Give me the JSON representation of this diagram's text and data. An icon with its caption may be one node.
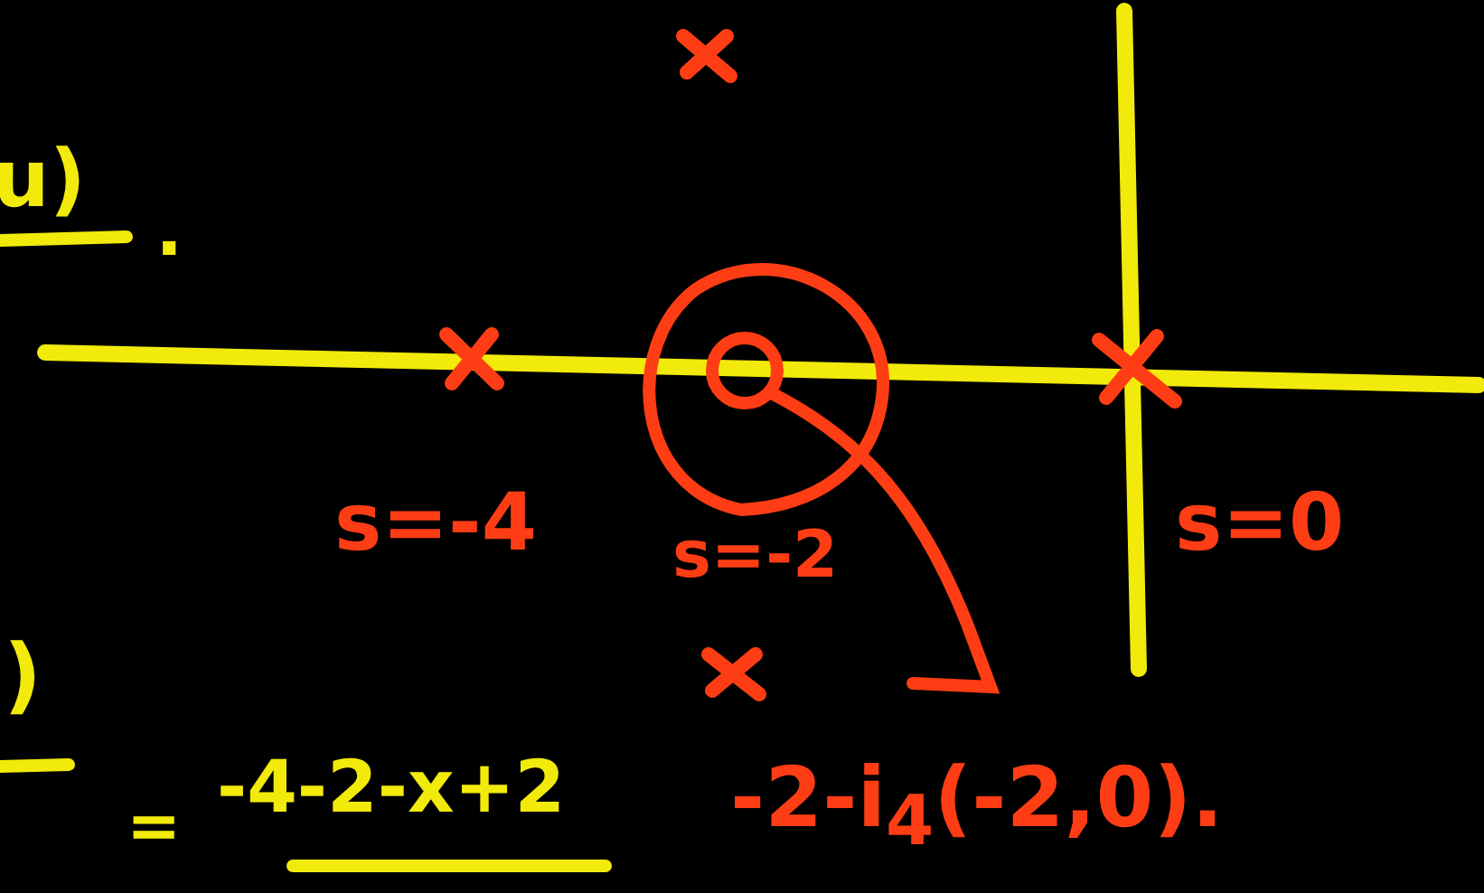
{
  "diagram": {
    "labels": [
      "u)",
      ".",
      "s=-4",
      "s=-2",
      "s=0",
      ")",
      "-4-2-x+2",
      "=",
      "-2-i$_{4}$(-2,0)."
    ]
  }
}
